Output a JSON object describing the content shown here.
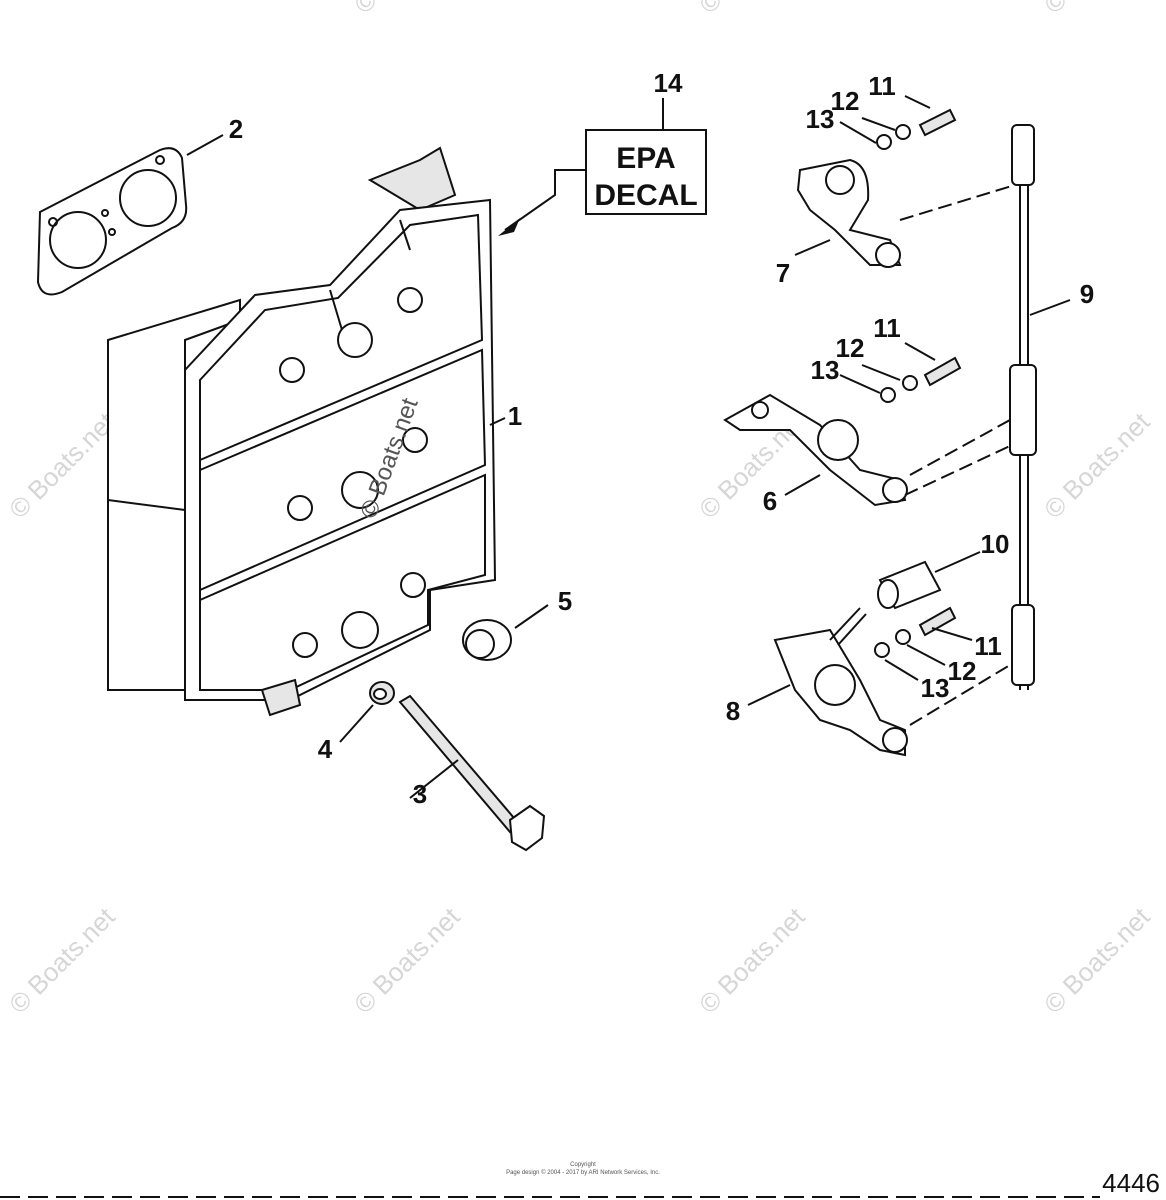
{
  "callouts": [
    "14",
    "2",
    "1",
    "5",
    "4",
    "3",
    "11",
    "12",
    "13",
    "7",
    "9",
    "11",
    "12",
    "13",
    "6",
    "10",
    "11",
    "12",
    "13",
    "8"
  ],
  "decal": {
    "line1": "EPA",
    "line2": "DECAL"
  },
  "watermark": {
    "text": "© Boats.net",
    "center_text": "© Boats.net"
  },
  "copyright": {
    "line1": "Copyright",
    "line2": "Page design © 2004 - 2017 by ARI Network Services, Inc."
  },
  "figure_number": "4446"
}
